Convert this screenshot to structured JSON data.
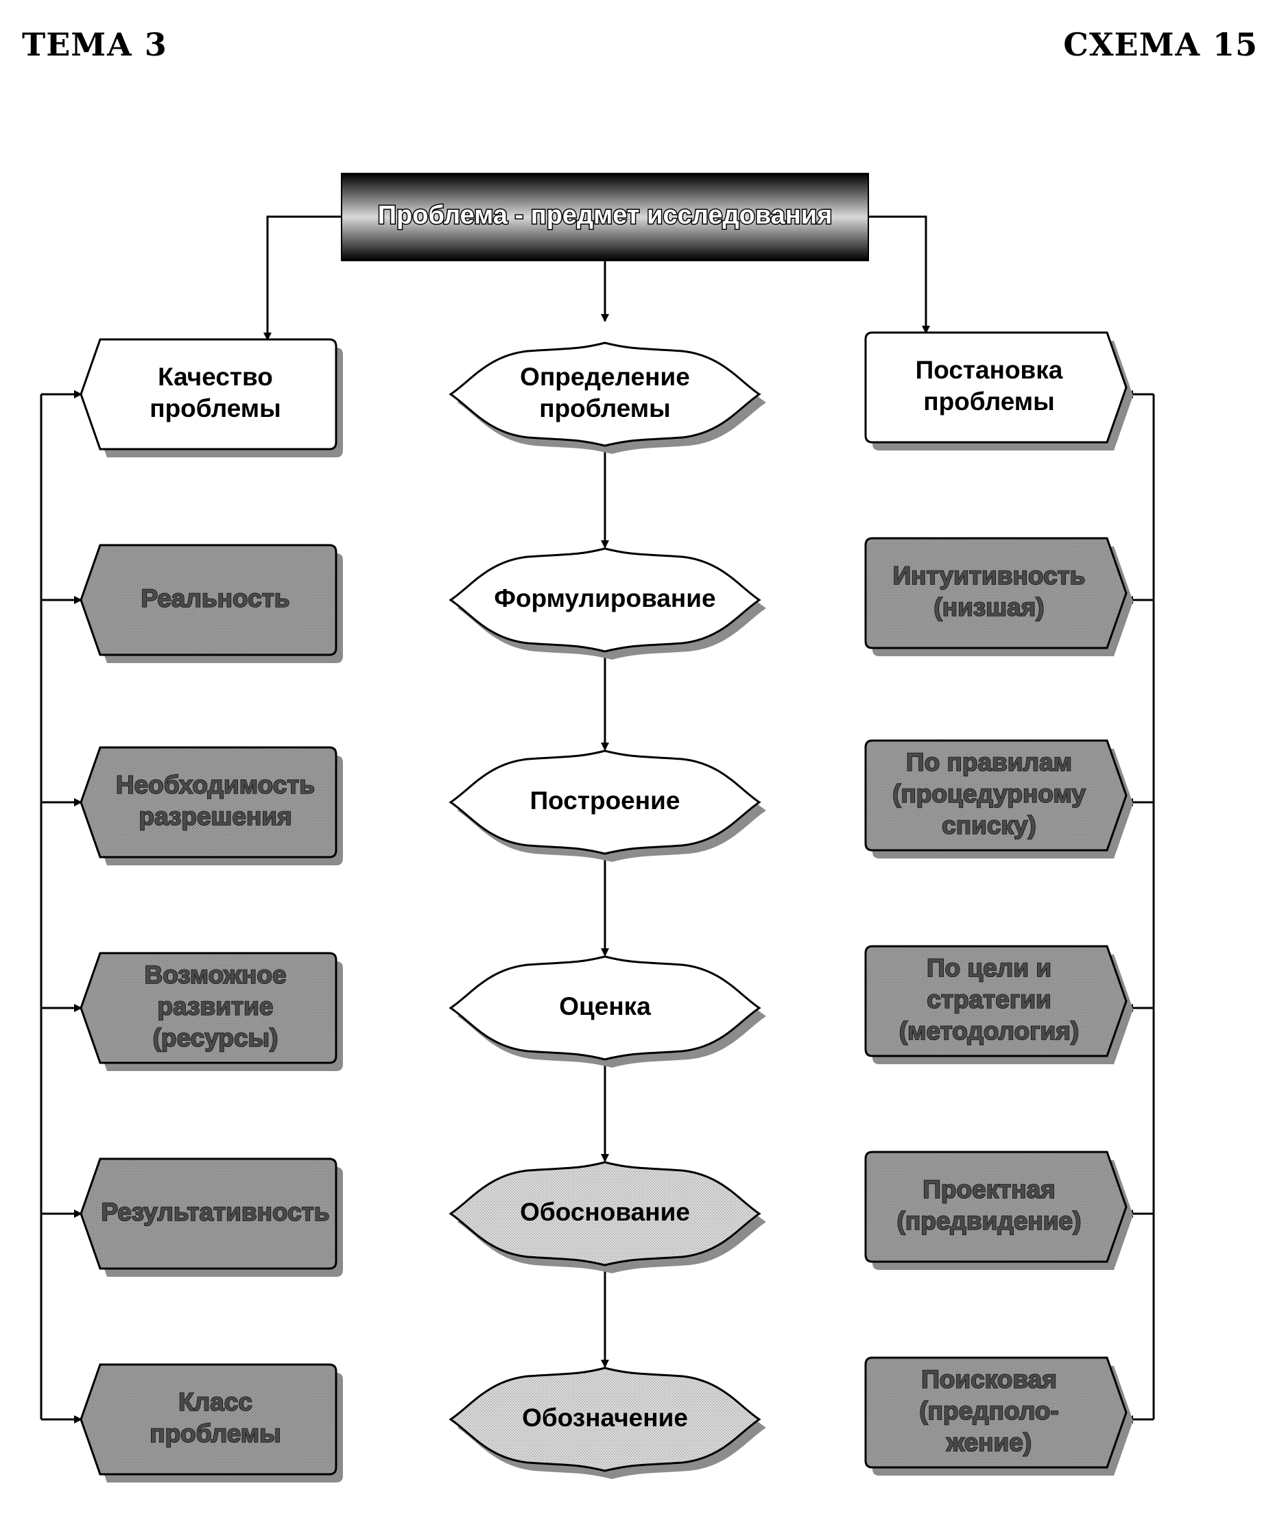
{
  "header": {
    "left": "ТЕМА 3",
    "right": "СХЕМА 15"
  },
  "title": "Проблема - предмет исследования",
  "left_column": {
    "head": [
      "Качество",
      "проблемы"
    ],
    "items": [
      [
        "Реальность"
      ],
      [
        "Необходимость",
        "разрешения"
      ],
      [
        "Возможное",
        "развитие",
        "(ресурсы)"
      ],
      [
        "Результативность"
      ],
      [
        "Класс",
        "проблемы"
      ]
    ]
  },
  "center_column": {
    "head": [
      "Определение",
      "проблемы"
    ],
    "items": [
      [
        "Формулирование"
      ],
      [
        "Построение"
      ],
      [
        "Оценка"
      ],
      [
        "Обоснование"
      ],
      [
        "Обозначение"
      ]
    ]
  },
  "right_column": {
    "head": [
      "Постановка",
      "проблемы"
    ],
    "items": [
      [
        "Интуитивность",
        "(низшая)"
      ],
      [
        "По правилам",
        "(процедурному",
        "списку)"
      ],
      [
        "По цели и",
        "стратегии",
        "(методология)"
      ],
      [
        "Проектная",
        "(предвидение)"
      ],
      [
        "Поисковая",
        "(предполо-",
        "жение)"
      ]
    ]
  },
  "colors": {
    "head_fill": "#ffffff",
    "item_fill": "#9a9a9a",
    "light_item_fill": "#d6d6d6",
    "shadow": "#8c8c8c",
    "line": "#000000"
  }
}
